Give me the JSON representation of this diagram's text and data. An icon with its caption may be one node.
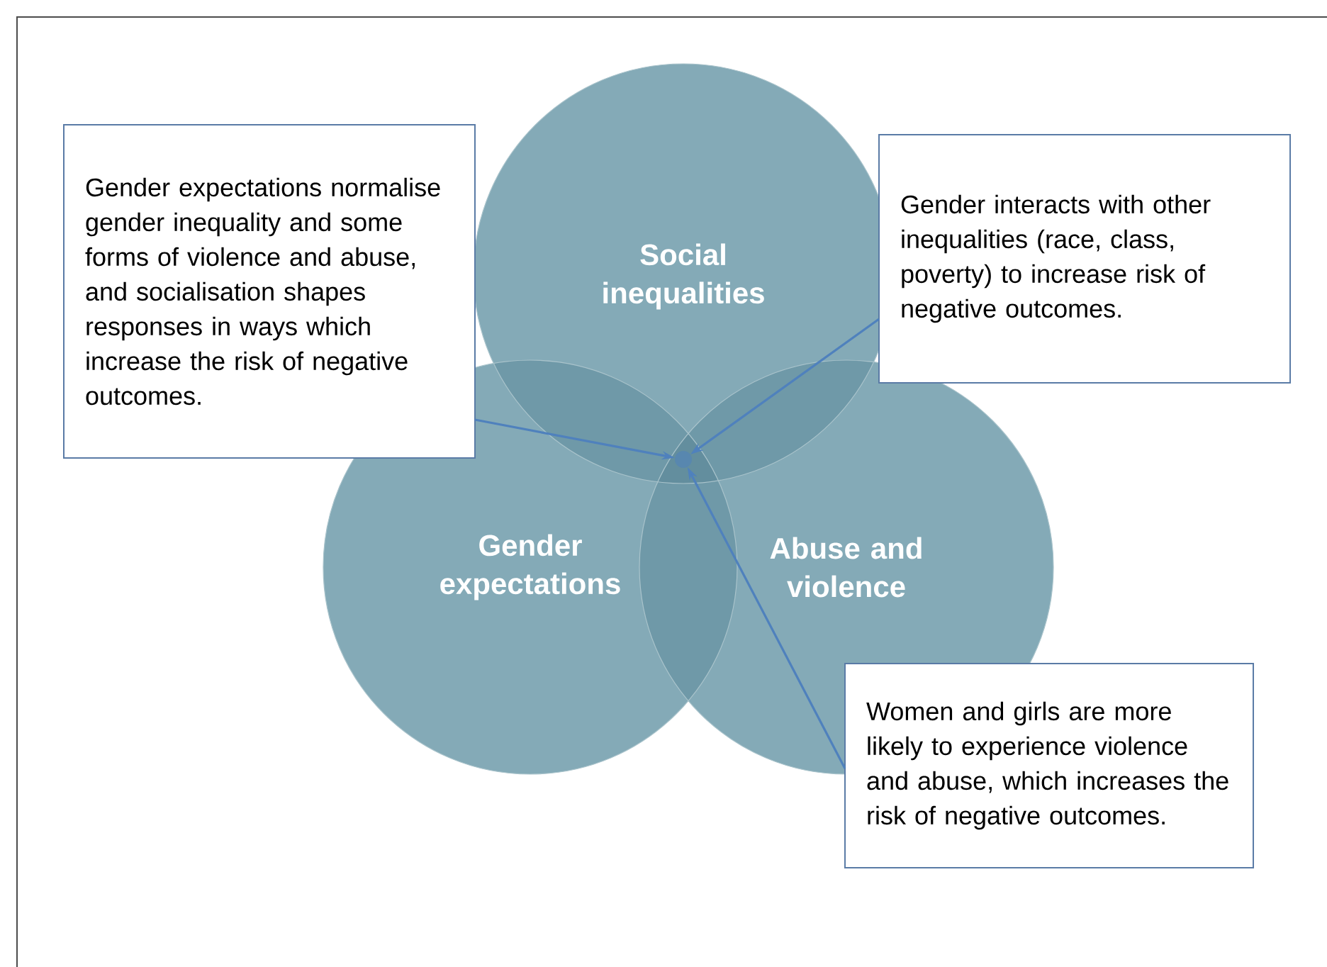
{
  "diagram": {
    "nodes": [
      {
        "text": [
          "Social inequalities"
        ]
      },
      {
        "text": [
          "Gender expectations"
        ]
      },
      {
        "text": [
          "Abuse and violence"
        ]
      },
      {
        "text": [
          "Gender expectations normalise gender inequality and some forms of violence and abuse, and socialisation shapes responses in ways which increase the risk of negative outcomes."
        ]
      },
      {
        "text": [
          "Gender interacts with other inequalities (race, class, poverty) to increase risk of negative outcomes."
        ]
      },
      {
        "text": [
          "Women and girls are more likely to experience violence and abuse, which increases the risk of negative outcomes."
        ]
      },
      {
        "text": [],
        "shape": "circle"
      }
    ],
    "edges": [
      {
        "from": 3,
        "to": 6,
        "arrow": "to"
      },
      {
        "from": 4,
        "to": 6,
        "arrow": "to"
      },
      {
        "from": 5,
        "to": 6,
        "arrow": "to"
      }
    ]
  }
}
